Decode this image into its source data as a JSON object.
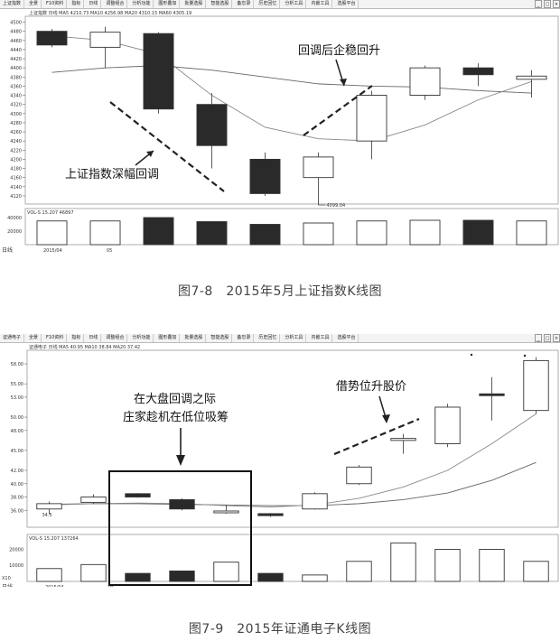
{
  "figure1": {
    "toolbar": [
      "上证指数",
      "全景",
      "F10资料",
      "指标",
      "日线",
      "调整组合",
      "分析功能",
      "图形叠加",
      "批量选股",
      "智能选股",
      "备忘录",
      "历史回忆",
      "分析工具",
      "内嵌工具",
      "选股平台"
    ],
    "info_line": "上证指数 日线 MA5 4210.73 MA10 4256.98 MA20 4310.15 MA60 4305.19",
    "volume_info": "VOL-S 15.207 46897",
    "low_label": "4099.04",
    "date_label": "2015/04",
    "month_label": "05",
    "period_label": "日线",
    "y_ticks": [
      "4500",
      "4480",
      "4460",
      "4440",
      "4420",
      "4400",
      "4380",
      "4360",
      "4340",
      "4320",
      "4300",
      "4280",
      "4260",
      "4240",
      "4220",
      "4200",
      "4180",
      "4160",
      "4140",
      "4120"
    ],
    "vol_ticks": [
      "40000",
      "20000"
    ],
    "annotation_down": "上证指数深幅回调",
    "annotation_up": "回调后企稳回升",
    "caption": "图7-8　2015年5月上证指数K线图"
  },
  "figure2": {
    "toolbar": [
      "证通电子",
      "全景",
      "F10资料",
      "指标",
      "日线",
      "调整组合",
      "分析功能",
      "图形叠加",
      "批量选股",
      "智能选股",
      "备忘录",
      "历史回忆",
      "分析工具",
      "内嵌工具",
      "选股平台"
    ],
    "info_line": "证通电子 日线 MA5 40.95 MA10 38.84 MA20 37.42",
    "volume_info": "VOL-S 15.207 137264",
    "low_label": "34.5",
    "date_label": "2015/04",
    "month_label": "05",
    "period_label": "日线",
    "y_ticks": [
      "58.00",
      "55.00",
      "53.00",
      "50.00",
      "48.00",
      "45.00",
      "42.00",
      "40.00",
      "38.00",
      "36.00"
    ],
    "vol_ticks": [
      "20000",
      "10000"
    ],
    "vol_unit": "X10",
    "annotation_box_line1": "在大盘回调之际",
    "annotation_box_line2": "庄家趁机在低位吸筹",
    "annotation_up": "借势位升股价",
    "caption": "图7-9　2015年证通电子K线图"
  },
  "chart_data": [
    {
      "type": "candlestick",
      "title": "图7-8　2015年5月上证指数K线图",
      "xlabel": "",
      "ylabel": "",
      "ylim": [
        4110,
        4505
      ],
      "candles": [
        {
          "o": 4480,
          "c": 4450,
          "h": 4485,
          "l": 4445,
          "dir": "down"
        },
        {
          "o": 4445,
          "c": 4478,
          "h": 4490,
          "l": 4400,
          "dir": "up"
        },
        {
          "o": 4475,
          "c": 4310,
          "h": 4478,
          "l": 4300,
          "dir": "down"
        },
        {
          "o": 4320,
          "c": 4230,
          "h": 4345,
          "l": 4180,
          "dir": "down"
        },
        {
          "o": 4200,
          "c": 4125,
          "h": 4215,
          "l": 4120,
          "dir": "down"
        },
        {
          "o": 4160,
          "c": 4205,
          "h": 4215,
          "l": 4100,
          "dir": "up"
        },
        {
          "o": 4240,
          "c": 4340,
          "h": 4350,
          "l": 4200,
          "dir": "up"
        },
        {
          "o": 4340,
          "c": 4400,
          "h": 4405,
          "l": 4330,
          "dir": "up"
        },
        {
          "o": 4400,
          "c": 4385,
          "h": 4410,
          "l": 4360,
          "dir": "down"
        },
        {
          "o": 4375,
          "c": 4382,
          "h": 4395,
          "l": 4335,
          "dir": "up"
        }
      ],
      "ma_slow": [
        4390,
        4400,
        4405,
        4395,
        4380,
        4365,
        4360,
        4358,
        4350,
        4345
      ],
      "ma_fast": [
        4470,
        4460,
        4430,
        4340,
        4270,
        4245,
        4240,
        4275,
        4330,
        4370
      ],
      "volume": [
        {
          "v": 35000,
          "dir": "up"
        },
        {
          "v": 35000,
          "dir": "up"
        },
        {
          "v": 40000,
          "dir": "down"
        },
        {
          "v": 34000,
          "dir": "down"
        },
        {
          "v": 30000,
          "dir": "down"
        },
        {
          "v": 32000,
          "dir": "up"
        },
        {
          "v": 35000,
          "dir": "up"
        },
        {
          "v": 36000,
          "dir": "up"
        },
        {
          "v": 36000,
          "dir": "down"
        },
        {
          "v": 35000,
          "dir": "up"
        }
      ],
      "vol_ylim": [
        0,
        48000
      ]
    },
    {
      "type": "candlestick",
      "title": "图7-9　2015年证通电子K线图",
      "xlabel": "",
      "ylabel": "",
      "ylim": [
        34,
        59.5
      ],
      "candles": [
        {
          "o": 36.2,
          "c": 37.0,
          "h": 37.3,
          "l": 35.4,
          "dir": "up"
        },
        {
          "o": 37.2,
          "c": 38.0,
          "h": 38.4,
          "l": 37.0,
          "dir": "up"
        },
        {
          "o": 38.5,
          "c": 38.0,
          "h": 38.6,
          "l": 37.9,
          "dir": "down"
        },
        {
          "o": 37.6,
          "c": 36.2,
          "h": 37.8,
          "l": 36.0,
          "dir": "down"
        },
        {
          "o": 35.9,
          "c": 35.7,
          "h": 36.8,
          "l": 35.5,
          "dir": "up"
        },
        {
          "o": 35.5,
          "c": 35.2,
          "h": 35.6,
          "l": 35.0,
          "dir": "down"
        },
        {
          "o": 36.2,
          "c": 38.5,
          "h": 38.7,
          "l": 36.1,
          "dir": "up"
        },
        {
          "o": 40.0,
          "c": 42.5,
          "h": 42.8,
          "l": 39.8,
          "dir": "up"
        },
        {
          "o": 46.5,
          "c": 46.8,
          "h": 47.5,
          "l": 44.5,
          "dir": "up"
        },
        {
          "o": 46.0,
          "c": 51.5,
          "h": 52.0,
          "l": 45.5,
          "dir": "up"
        },
        {
          "o": 53.5,
          "c": 53.3,
          "h": 56.0,
          "l": 49.5,
          "dir": "down"
        },
        {
          "o": 51.0,
          "c": 58.5,
          "h": 59.0,
          "l": 50.5,
          "dir": "up"
        }
      ],
      "ma_fast": [
        36.8,
        37.0,
        37.1,
        37.0,
        36.7,
        36.5,
        36.8,
        37.8,
        39.5,
        42.0,
        46.0,
        50.5
      ],
      "ma_slow": [
        36.9,
        37.0,
        37.0,
        36.9,
        36.8,
        36.7,
        36.7,
        37.0,
        37.6,
        38.6,
        40.5,
        43.2
      ],
      "volume": [
        {
          "v": 8000,
          "dir": "up"
        },
        {
          "v": 10500,
          "dir": "up"
        },
        {
          "v": 5000,
          "dir": "down"
        },
        {
          "v": 6500,
          "dir": "down"
        },
        {
          "v": 12000,
          "dir": "up"
        },
        {
          "v": 5000,
          "dir": "down"
        },
        {
          "v": 4000,
          "dir": "up"
        },
        {
          "v": 12500,
          "dir": "up"
        },
        {
          "v": 24000,
          "dir": "up"
        },
        {
          "v": 20000,
          "dir": "up"
        },
        {
          "v": 20000,
          "dir": "up"
        },
        {
          "v": 12500,
          "dir": "up"
        }
      ],
      "vol_ylim": [
        0,
        27000
      ]
    }
  ]
}
